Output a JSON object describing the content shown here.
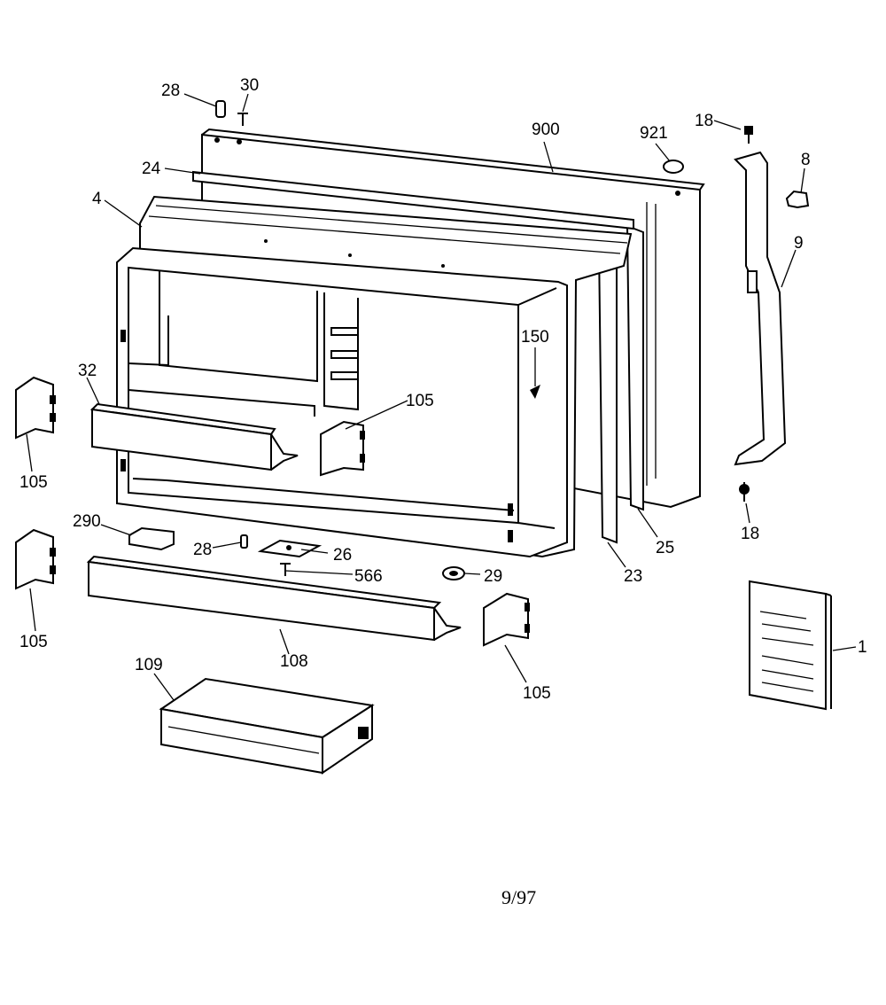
{
  "callouts": {
    "c28a": "28",
    "c30": "30",
    "c24": "24",
    "c4": "4",
    "c900": "900",
    "c921": "921",
    "c18a": "18",
    "c8": "8",
    "c9": "9",
    "c150": "150",
    "c32": "32",
    "c105a": "105",
    "c105b": "105",
    "c105c": "105",
    "c105d": "105",
    "c290": "290",
    "c28b": "28",
    "c26": "26",
    "c566": "566",
    "c29": "29",
    "c23": "23",
    "c25": "25",
    "c18b": "18",
    "c1": "1",
    "c108": "108",
    "c109": "109"
  },
  "footer": {
    "date_code": "9/97"
  }
}
